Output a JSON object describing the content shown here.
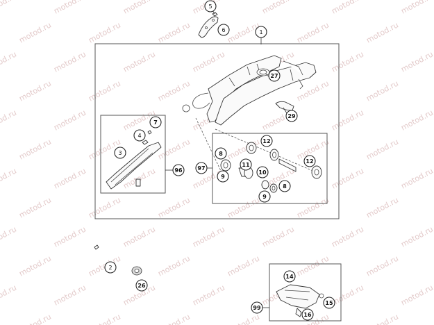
{
  "watermark": "motod.ru",
  "callouts": [
    {
      "id": "c5",
      "label": "5",
      "bold": false
    },
    {
      "id": "c6",
      "label": "6",
      "bold": false
    },
    {
      "id": "c1",
      "label": "1",
      "bold": false
    },
    {
      "id": "c27",
      "label": "27",
      "bold": true
    },
    {
      "id": "c29",
      "label": "29",
      "bold": true
    },
    {
      "id": "c7",
      "label": "7",
      "bold": true
    },
    {
      "id": "c4",
      "label": "4",
      "bold": false
    },
    {
      "id": "c3",
      "label": "3",
      "bold": false
    },
    {
      "id": "c96",
      "label": "96",
      "bold": true
    },
    {
      "id": "c12a",
      "label": "12",
      "bold": true
    },
    {
      "id": "c8a",
      "label": "8",
      "bold": true
    },
    {
      "id": "c97",
      "label": "97",
      "bold": true
    },
    {
      "id": "c11",
      "label": "11",
      "bold": true
    },
    {
      "id": "c12b",
      "label": "12",
      "bold": true
    },
    {
      "id": "c9a",
      "label": "9",
      "bold": true
    },
    {
      "id": "c10",
      "label": "10",
      "bold": true
    },
    {
      "id": "c8b",
      "label": "8",
      "bold": true
    },
    {
      "id": "c9b",
      "label": "9",
      "bold": true
    },
    {
      "id": "c2",
      "label": "2",
      "bold": false
    },
    {
      "id": "c26",
      "label": "26",
      "bold": true
    },
    {
      "id": "c14",
      "label": "14",
      "bold": true
    },
    {
      "id": "c99",
      "label": "99",
      "bold": true
    },
    {
      "id": "c15",
      "label": "15",
      "bold": true
    },
    {
      "id": "c16",
      "label": "16",
      "bold": true
    }
  ]
}
